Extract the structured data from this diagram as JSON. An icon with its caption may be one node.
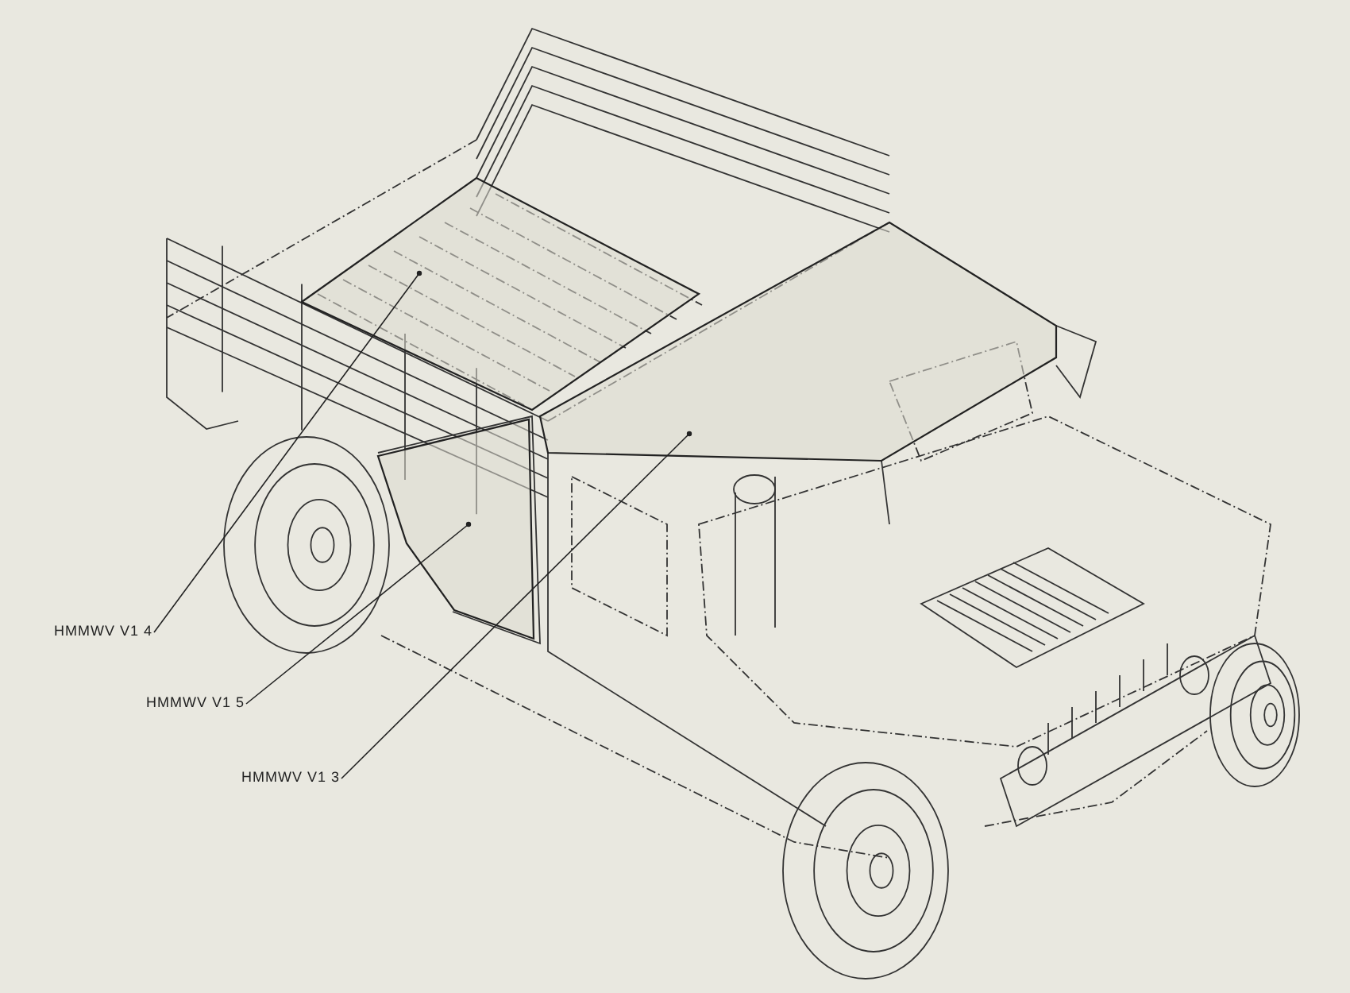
{
  "diagram": {
    "nodes": [
      {
        "text": [
          "HMMWV V1 4"
        ]
      },
      {
        "text": [
          "HMMWV V1 5"
        ]
      },
      {
        "text": [
          "HMMWV V1 3"
        ]
      },
      {
        "text": [],
        "shape": "picture"
      },
      {
        "text": [],
        "shape": "picture"
      },
      {
        "text": [],
        "shape": "picture"
      }
    ],
    "edges": [
      {
        "from": 0,
        "to": 3,
        "arrow": "other"
      },
      {
        "from": 1,
        "to": 4,
        "arrow": "other"
      },
      {
        "from": 2,
        "to": 5,
        "arrow": "other"
      }
    ]
  }
}
